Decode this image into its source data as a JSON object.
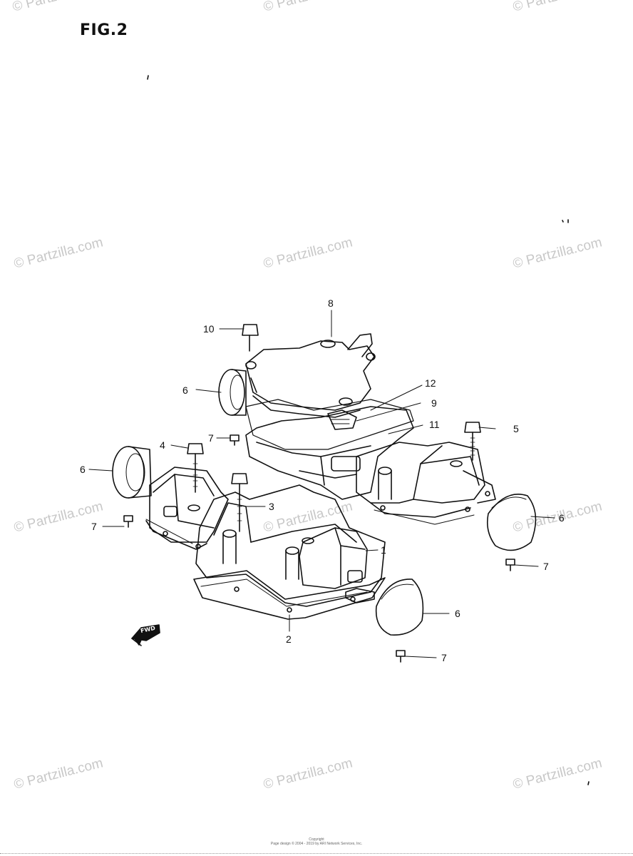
{
  "figure": {
    "title": "FIG.2"
  },
  "watermark": {
    "text": "© Partzilla.com"
  },
  "callouts": [
    {
      "id": "c8",
      "label": "8"
    },
    {
      "id": "c10",
      "label": "10"
    },
    {
      "id": "c6a",
      "label": "6"
    },
    {
      "id": "c12",
      "label": "12"
    },
    {
      "id": "c9",
      "label": "9"
    },
    {
      "id": "c11",
      "label": "11"
    },
    {
      "id": "c5",
      "label": "5"
    },
    {
      "id": "c4",
      "label": "4"
    },
    {
      "id": "c7a",
      "label": "7"
    },
    {
      "id": "c6b",
      "label": "6"
    },
    {
      "id": "c3",
      "label": "3"
    },
    {
      "id": "c7b",
      "label": "7"
    },
    {
      "id": "c1",
      "label": "1"
    },
    {
      "id": "c6c",
      "label": "6"
    },
    {
      "id": "c7c",
      "label": "7"
    },
    {
      "id": "c6d",
      "label": "6"
    },
    {
      "id": "c2",
      "label": "2"
    },
    {
      "id": "c7d",
      "label": "7"
    }
  ],
  "front_arrow": {
    "label": "FWD"
  },
  "footer": {
    "line1": "Copyright",
    "line2": "Page design © 2004 - 2019 by ARI Network Services, Inc."
  }
}
